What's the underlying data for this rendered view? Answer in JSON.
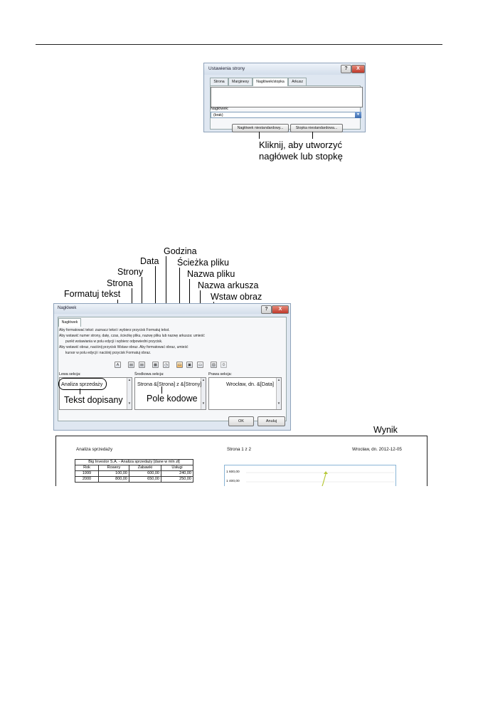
{
  "dialog_page_setup": {
    "title": "Ustawienia strony",
    "tabs": [
      "Strona",
      "Marginesy",
      "Nagłówek/stopka",
      "Arkusz"
    ],
    "active_tab": "Nagłówek/stopka",
    "header_label": "Nagłówek:",
    "header_value": "(brak)",
    "custom_header_button": "Nagłówek niestandardowy...",
    "custom_footer_button": "Stopka niestandardowa...",
    "help_glyph": "?",
    "close_glyph": "X"
  },
  "callout_click": {
    "line1": "Kliknij, aby utworzyć",
    "line2": "nagłówek lub stopkę"
  },
  "toolbar_labels": {
    "godzina": "Godzina",
    "data": "Data",
    "sciezka": "Ścieżka pliku",
    "strony": "Strony",
    "nazwa_pliku": "Nazwa pliku",
    "strona": "Strona",
    "nazwa_arkusza": "Nazwa arkusza",
    "formatuj": "Formatuj tekst",
    "wstaw_obraz": "Wstaw obraz"
  },
  "dialog_header": {
    "title": "Nagłówek",
    "tab": "Nagłówek",
    "help_glyph": "?",
    "close_glyph": "X",
    "instructions": [
      "Aby formatować tekst: zaznacz tekst i wybierz przycisk Formatuj tekst.",
      "Aby wstawić numer strony, datę, czas, ścieżkę pliku, nazwę pliku lub nazwę arkusza: umieść",
      "punkt wstawiania w polu edycji i wybierz odpowiedni przycisk.",
      "Aby wstawić obraz, naciśnij przycisk Wstaw obraz. Aby formatować obraz, umieść",
      "kursor w polu edycji i naciśnij przycisk Formatuj obraz."
    ],
    "format_button_glyph": "A",
    "left_label": "Lewa sekcja:",
    "center_label": "Środkowa sekcja:",
    "right_label": "Prawa sekcja:",
    "left_value": "Analiza sprzedaży",
    "center_value": "Strona &[Strona] z &[Strony]",
    "right_value": "Wrocław, dn. &[Data]",
    "ok_button": "OK",
    "cancel_button": "Anuluj"
  },
  "callouts_bottom": {
    "tekst_dopisany": "Tekst dopisany",
    "pole_kodowe": "Pole kodowe",
    "wynik": "Wynik"
  },
  "result_preview": {
    "left_text": "Analiza sprzedaży",
    "center_text": "Strona 1 z 2",
    "right_text": "Wrocław, dn. 2012-12-05",
    "table_title": "Big Investor S.A. - Analiza sprzedaży [dane w mln zł]",
    "table_headers": [
      "Rok",
      "Rowery",
      "Zabawki",
      "Usługi"
    ],
    "table_rows": [
      [
        "1999",
        "100,00",
        "600,00",
        "240,00"
      ],
      [
        "2000",
        "800,00",
        "650,00",
        "250,00"
      ]
    ],
    "y_ticks": [
      "1 600,00",
      "1 400,00"
    ],
    "line_color": "#b8c93a",
    "chart_border_color": "#8ab5d6"
  }
}
